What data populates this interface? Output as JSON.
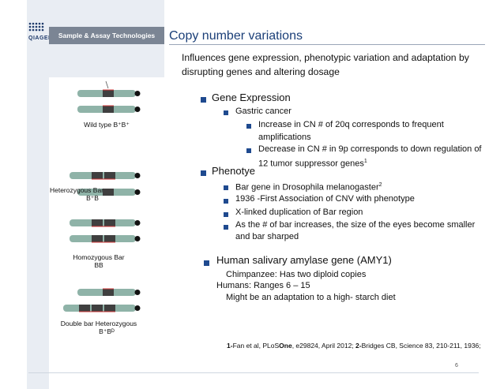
{
  "brand": {
    "name": "Sample & Assay Technologies",
    "logo_text": "QIAGEN"
  },
  "slide": {
    "title": "Copy number variations",
    "intro": "Influences gene expression, phenotypic variation and adaptation by disrupting genes and altering dosage",
    "bullets": {
      "gene_expression": "Gene Expression",
      "gastric_cancer": "Gastric cancer",
      "increase": "Increase in CN # of 20q corresponds to frequent amplifications",
      "decrease": "Decrease in CN # in 9p corresponds to down regulation of 12 tumor suppressor genes",
      "decrease_sup": "1",
      "phenotye": "Phenotye",
      "bar_gene": "Bar gene in Drosophila melanogaster",
      "bar_gene_sup": "2",
      "first_assoc": "1936 -First Association of CNV with phenotype",
      "xlinked": "X-linked duplication of Bar region",
      "eyes": "As the # of bar increases, the size of the eyes become smaller and bar sharped",
      "amylase": "Human salivary amylase gene (AMY1)",
      "chimp": "Chimpanzee: Has two  diploid copies",
      "humans": "Humans:  Ranges 6 – 15",
      "adaptation": "Might be an adaptation to a high- starch diet"
    },
    "reference": {
      "n1": "1-",
      "t1": "Fan et al, PLoS",
      "t1b": "One",
      "t1c": ", e29824, April 2012; ",
      "n2": "2-",
      "t2": "Bridges CB, Science  83, 210-211, 1936;"
    },
    "page_number": "6"
  },
  "figure": {
    "labels": {
      "wild_type": "Wild type B⁺B⁺",
      "heterozygous_bar_1": "Heterozygous Bar",
      "heterozygous_bar_2": "B⁺B",
      "homozygous_bar_1": "Homozygous Bar",
      "homozygous_bar_2": "BB",
      "double_bar_1": "Double bar Heterozygous",
      "double_bar_2": "B⁺Bᴰ"
    }
  },
  "colors": {
    "chromosome": "#8fb3a8",
    "band": "#3f3f3f",
    "centromere": "#111111",
    "highlight": "#d23a3a",
    "accent": "#1f4a8f"
  }
}
